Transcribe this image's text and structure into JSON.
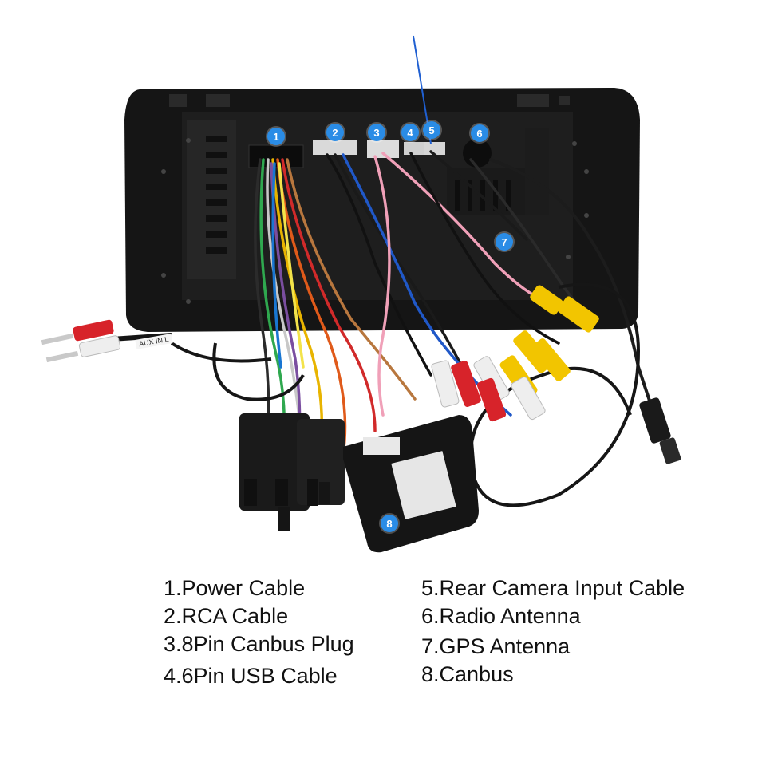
{
  "markers": [
    "1",
    "2",
    "3",
    "4",
    "5",
    "6",
    "7",
    "8"
  ],
  "legend": {
    "left": [
      "1.Power Cable",
      "2.RCA Cable",
      "3.8Pin Canbus Plug",
      "4.6Pin USB Cable"
    ],
    "right": [
      "5.Rear Camera Input Cable",
      "6.Radio Antenna",
      "7.GPS Antenna",
      "8.Canbus"
    ]
  },
  "plug_labels": {
    "aux_in": "AUX IN L"
  },
  "colors": {
    "unit_body": "#141414",
    "marker": "#2a8ce6",
    "rca_red": "#d7232a",
    "rca_yellow": "#f2c500",
    "rca_white": "#eeeeee"
  }
}
